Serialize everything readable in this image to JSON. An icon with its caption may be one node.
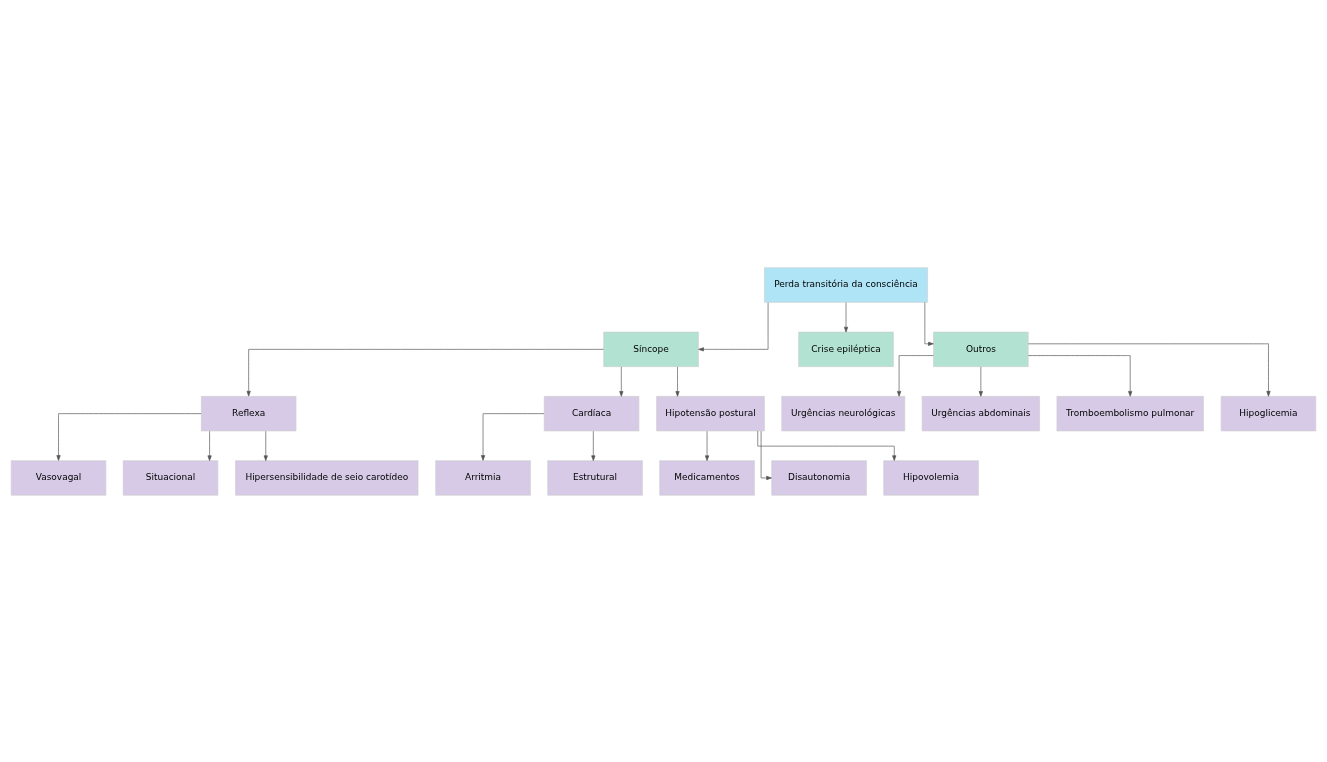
{
  "diagram": {
    "nodes": [
      {
        "text": [
          "Perda transitória da consciência"
        ]
      },
      {
        "text": [
          "Síncope"
        ]
      },
      {
        "text": [
          "Crise epiléptica"
        ]
      },
      {
        "text": [
          "Outros"
        ]
      },
      {
        "text": [
          "Reflexa"
        ]
      },
      {
        "text": [
          "Cardíaca"
        ]
      },
      {
        "text": [
          "Hipotensão postural"
        ]
      },
      {
        "text": [
          "Vasovagal"
        ]
      },
      {
        "text": [
          "Situacional"
        ]
      },
      {
        "text": [
          "Hipersensibilidade de seio carotídeo"
        ]
      },
      {
        "text": [
          "Arritmia"
        ]
      },
      {
        "text": [
          "Estrutural"
        ]
      },
      {
        "text": [
          "Medicamentos"
        ]
      },
      {
        "text": [
          "Disautonomia"
        ]
      },
      {
        "text": [
          "Hipovolemia"
        ]
      },
      {
        "text": [
          "Urgências neurológicas"
        ]
      },
      {
        "text": [
          "Urgências abdominais"
        ]
      },
      {
        "text": [
          "Tromboembolismo pulmonar"
        ]
      },
      {
        "text": [
          "Hipoglicemia"
        ]
      }
    ],
    "edges": [
      {
        "from": 0,
        "to": 1,
        "arrow": "to"
      },
      {
        "from": 0,
        "to": 2,
        "arrow": "to"
      },
      {
        "from": 0,
        "to": 3,
        "arrow": "to"
      },
      {
        "from": 1,
        "to": 4,
        "arrow": "to"
      },
      {
        "from": 1,
        "to": 5,
        "arrow": "to"
      },
      {
        "from": 1,
        "to": 6,
        "arrow": "to"
      },
      {
        "from": 4,
        "to": 7,
        "arrow": "to"
      },
      {
        "from": 4,
        "to": 8,
        "arrow": "to"
      },
      {
        "from": 4,
        "to": 9,
        "arrow": "to"
      },
      {
        "from": 5,
        "to": 10,
        "arrow": "to"
      },
      {
        "from": 5,
        "to": 11,
        "arrow": "to"
      },
      {
        "from": 6,
        "to": 12,
        "arrow": "to"
      },
      {
        "from": 6,
        "to": 13,
        "arrow": "to"
      },
      {
        "from": 6,
        "to": 14,
        "arrow": "to"
      },
      {
        "from": 3,
        "to": 15,
        "arrow": "to"
      },
      {
        "from": 3,
        "to": 16,
        "arrow": "to"
      },
      {
        "from": 3,
        "to": 17,
        "arrow": "to"
      },
      {
        "from": 3,
        "to": 18,
        "arrow": "to"
      }
    ]
  }
}
